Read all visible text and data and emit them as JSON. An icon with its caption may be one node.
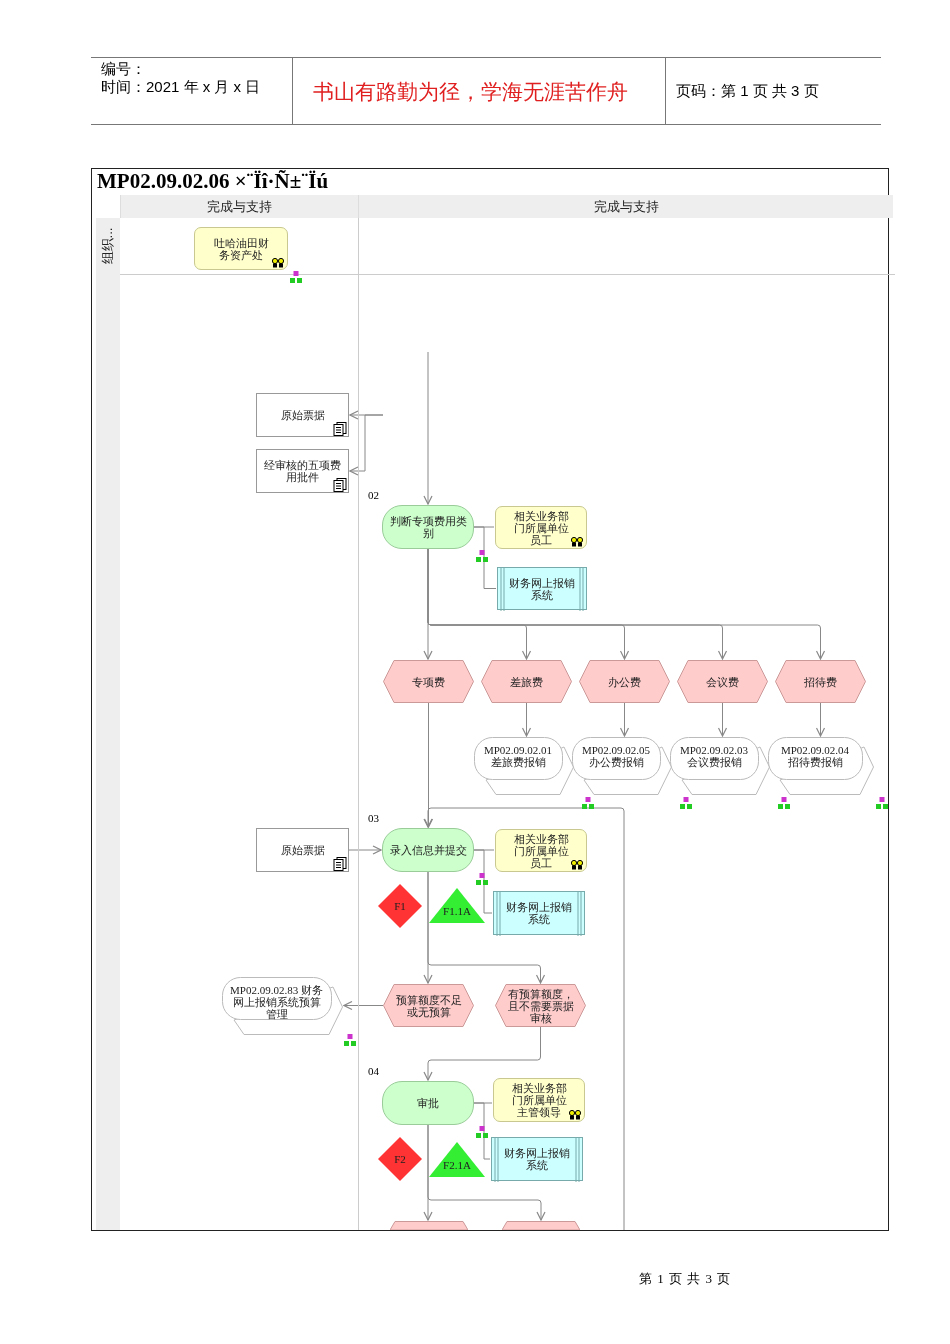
{
  "diagram": {
    "title": "MP02.09.02.06 ×¨Ïî·Ñ±¨Ïú",
    "nodes": [
      {
        "text": [
          "吐哈油田财务资产处"
        ]
      },
      {
        "text": [
          "原始票据"
        ]
      },
      {
        "text": [
          "经审核的五项费用批件"
        ]
      },
      {
        "text": [
          "判断专项费用类别"
        ]
      },
      {
        "text": [
          "相关业务部门所属单位员工"
        ]
      },
      {
        "text": [
          "财务网上报销系统"
        ]
      },
      {
        "text": [
          "专项费"
        ]
      },
      {
        "text": [
          "差旅费"
        ]
      },
      {
        "text": [
          "办公费"
        ]
      },
      {
        "text": [
          "会议费"
        ]
      },
      {
        "text": [
          "招待费"
        ]
      },
      {
        "text": [
          "MP02.09.02.01 差旅费报销"
        ]
      },
      {
        "text": [
          "MP02.09.02.05 办公费报销"
        ]
      },
      {
        "text": [
          "MP02.09.02.03 会议费报销"
        ]
      },
      {
        "text": [
          "MP02.09.02.04 招待费报销"
        ]
      },
      {
        "text": [
          "原始票据"
        ]
      },
      {
        "text": [
          "录入信息并提交"
        ]
      },
      {
        "text": [
          "相关业务部门所属单位员工"
        ]
      },
      {
        "text": [
          "F1"
        ]
      },
      {
        "text": [
          "F1.1A"
        ]
      },
      {
        "text": [
          "财务网上报销系统"
        ]
      },
      {
        "text": [
          "预算额度不足或无预算"
        ]
      },
      {
        "text": [
          "有预算额度，且不需要票据审核"
        ]
      },
      {
        "text": [
          "MP02.09.02.83 财务网上报销系统预算管理"
        ]
      },
      {
        "text": [
          "审批"
        ]
      },
      {
        "text": [
          "相关业务部门所属单位主管领导"
        ]
      },
      {
        "text": [
          "F2"
        ]
      },
      {
        "text": [
          "F2.1A"
        ]
      },
      {
        "text": [
          "财务网上报销系统"
        ]
      },
      {
        "text": [],
        "shape": "hexagon"
      },
      {
        "text": [],
        "shape": "hexagon"
      },
      {
        "text": [
          "完成与支持"
        ]
      },
      {
        "text": [
          "完成与支持"
        ]
      },
      {
        "text": [
          "组织..."
        ]
      }
    ],
    "edges": [
      {
        "from": null,
        "to": 1,
        "arrow": "to"
      },
      {
        "from": null,
        "to": 2,
        "arrow": "to"
      },
      {
        "from": null,
        "to": 3,
        "arrow": "to"
      },
      {
        "from": 3,
        "to": 4,
        "arrow": "none"
      },
      {
        "from": 3,
        "to": 5,
        "arrow": "none"
      },
      {
        "from": 3,
        "to": 6,
        "arrow": "to"
      },
      {
        "from": 3,
        "to": 7,
        "arrow": "to"
      },
      {
        "from": 3,
        "to": 8,
        "arrow": "to"
      },
      {
        "from": 3,
        "to": 9,
        "arrow": "to"
      },
      {
        "from": 3,
        "to": 10,
        "arrow": "to"
      },
      {
        "from": 7,
        "to": 11,
        "arrow": "to"
      },
      {
        "from": 8,
        "to": 12,
        "arrow": "to"
      },
      {
        "from": 9,
        "to": 13,
        "arrow": "to"
      },
      {
        "from": 10,
        "to": 14,
        "arrow": "to"
      },
      {
        "from": 6,
        "to": 16,
        "arrow": "to"
      },
      {
        "from": null,
        "to": 16,
        "arrow": "to"
      },
      {
        "from": 15,
        "to": 16,
        "arrow": "to"
      },
      {
        "from": 16,
        "to": 17,
        "arrow": "none"
      },
      {
        "from": 16,
        "to": 20,
        "arrow": "none"
      },
      {
        "from": 16,
        "to": 21,
        "arrow": "to"
      },
      {
        "from": 16,
        "to": 22,
        "arrow": "to"
      },
      {
        "from": 21,
        "to": 23,
        "arrow": "to"
      },
      {
        "from": 22,
        "to": 24,
        "arrow": "to"
      },
      {
        "from": 24,
        "to": 25,
        "arrow": "none"
      },
      {
        "from": 24,
        "to": 28,
        "arrow": "none"
      },
      {
        "from": 24,
        "to": 29,
        "arrow": "to"
      },
      {
        "from": 24,
        "to": 30,
        "arrow": "to"
      }
    ],
    "labels": [
      "编号：",
      "时间：2021 年 x 月 x 日",
      "书山有路勤为径，学海无涯苦作舟",
      "页码：第 1 页 共 3 页",
      "02",
      "03",
      "04",
      "第 1 页 共 3 页"
    ]
  }
}
